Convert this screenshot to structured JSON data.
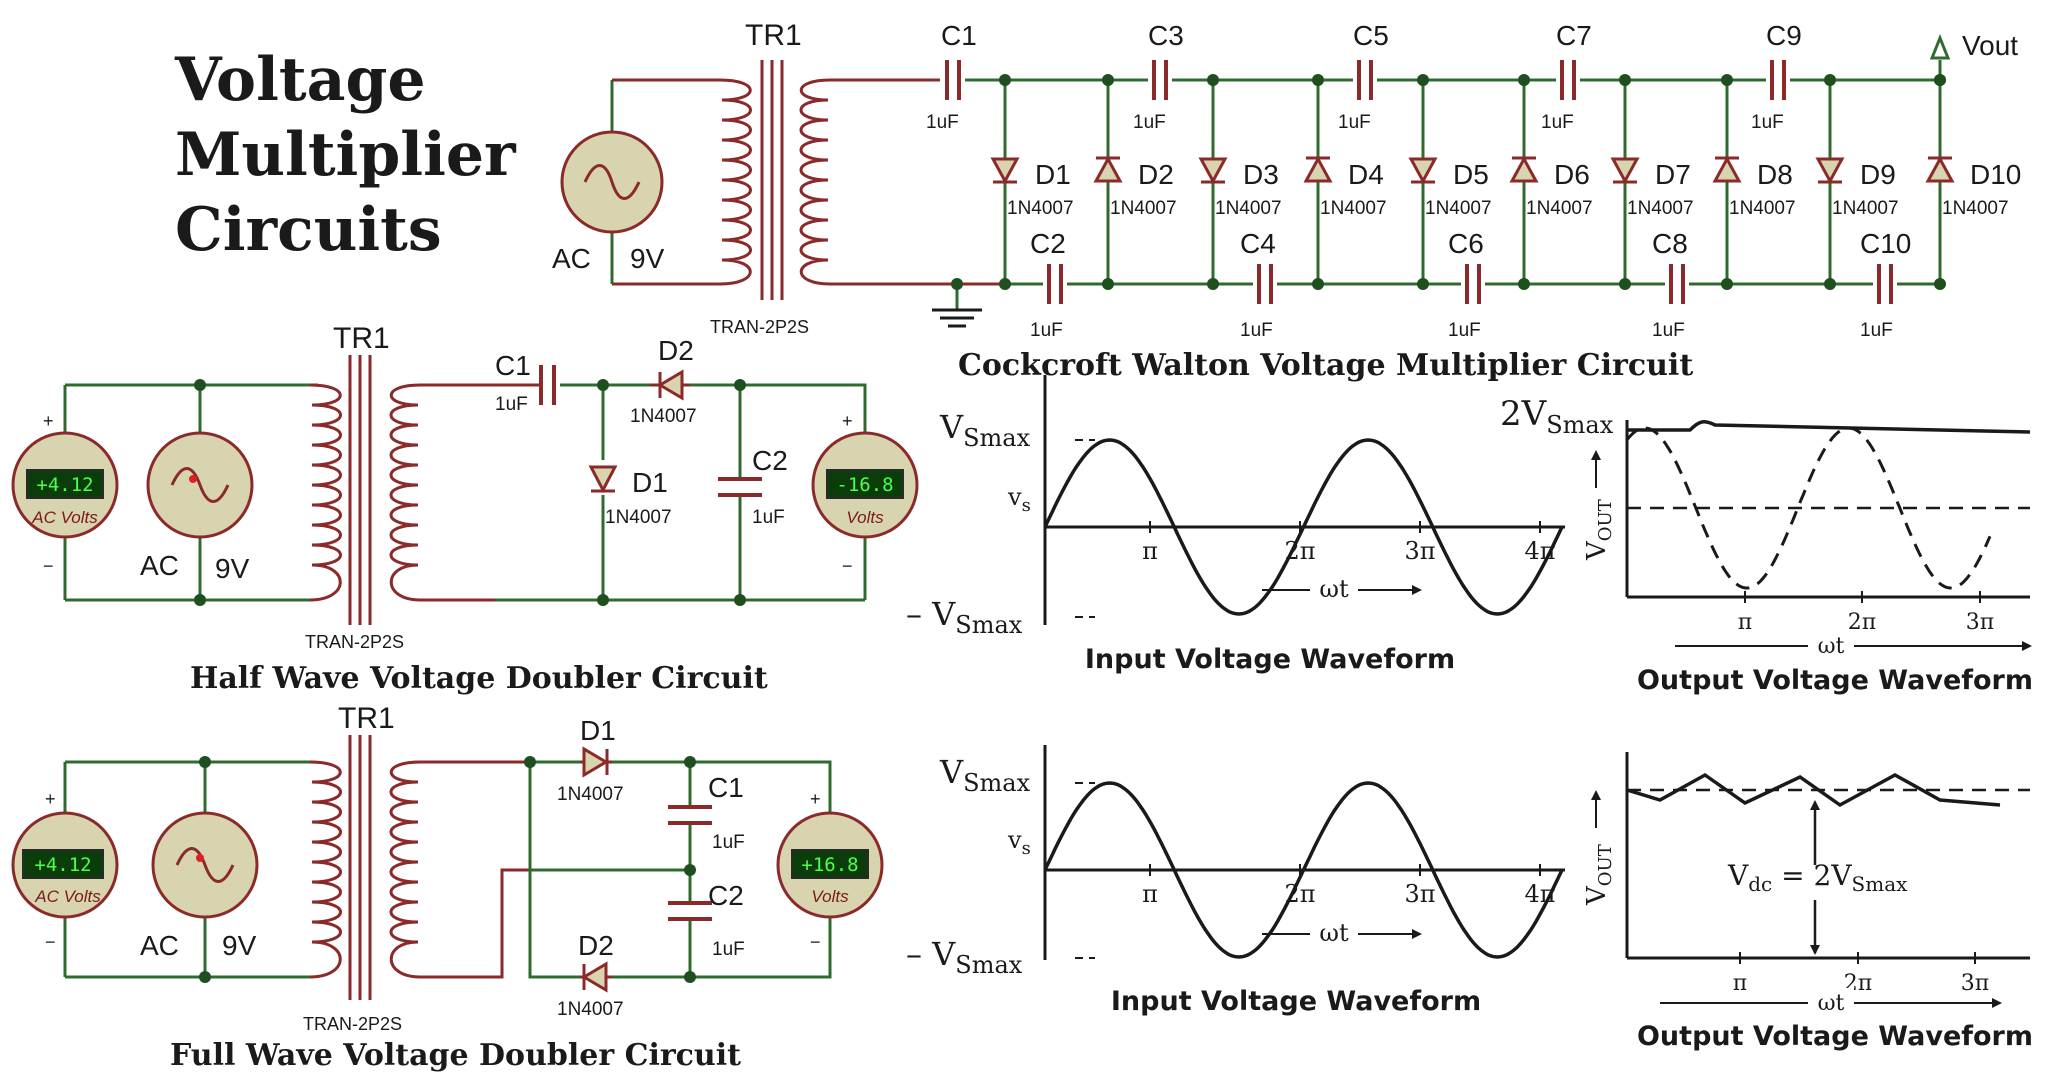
{
  "title": [
    "Voltage",
    "Multiplier",
    "Circuits"
  ],
  "colors": {
    "wire": "#2f6b2f",
    "component": "#8b2a2a",
    "node": "#1f4f1f",
    "instrument_fill": "#d9d4b0",
    "display_bg": "#0b3d0b",
    "display_text": "#4cff4c"
  },
  "cockcroft": {
    "caption": "Cockcroft Walton Voltage Multiplier Circuit",
    "transformer": "TR1",
    "transformer_part": "TRAN-2P2S",
    "source_label": "AC",
    "source_voltage": "9V",
    "output_label": "Vout",
    "capacitors_top": [
      "C1",
      "C3",
      "C5",
      "C7",
      "C9"
    ],
    "capacitors_bottom": [
      "C2",
      "C4",
      "C6",
      "C8",
      "C10"
    ],
    "cap_value": "1uF",
    "diodes": [
      "D1",
      "D2",
      "D3",
      "D4",
      "D5",
      "D6",
      "D7",
      "D8",
      "D9",
      "D10"
    ],
    "diode_part": "1N4007"
  },
  "half_wave": {
    "caption": "Half Wave Voltage Doubler Circuit",
    "transformer": "TR1",
    "transformer_part": "TRAN-2P2S",
    "source_label": "AC",
    "source_voltage": "9V",
    "input_meter": {
      "value": "+4.12",
      "label": "AC Volts"
    },
    "output_meter": {
      "value": "-16.8",
      "label": "Volts"
    },
    "c1": "C1",
    "c2": "C2",
    "cap_value": "1uF",
    "d1": "D1",
    "d2": "D2",
    "diode_part": "1N4007",
    "plus": "+",
    "minus": "−"
  },
  "full_wave": {
    "caption": "Full Wave Voltage Doubler Circuit",
    "transformer": "TR1",
    "transformer_part": "TRAN-2P2S",
    "source_label": "AC",
    "source_voltage": "9V",
    "input_meter": {
      "value": "+4.12",
      "label": "AC Volts"
    },
    "output_meter": {
      "value": "+16.8",
      "label": "Volts"
    },
    "c1": "C1",
    "c2": "C2",
    "cap_value": "1uF",
    "d1": "D1",
    "d2": "D2",
    "diode_part": "1N4007",
    "plus": "+",
    "minus": "−"
  },
  "waveforms": {
    "input_top": {
      "caption": "Input Voltage Waveform",
      "pos": "V",
      "pos_sub": "Smax",
      "neg": "– V",
      "neg_sub": "Smax",
      "axis": "v",
      "axis_sub": "s",
      "ticks": [
        "π",
        "2π",
        "3π",
        "4π"
      ],
      "wt": "ωt"
    },
    "output_top": {
      "caption": "Output Voltage Waveform",
      "level": "2V",
      "level_sub": "Smax",
      "axis": "V",
      "axis_sub": "OUT",
      "ticks": [
        "π",
        "2π",
        "3π"
      ],
      "wt": "ωt"
    },
    "input_bottom": {
      "caption": "Input Voltage Waveform",
      "pos": "V",
      "pos_sub": "Smax",
      "neg": "– V",
      "neg_sub": "Smax",
      "axis": "v",
      "axis_sub": "s",
      "ticks": [
        "π",
        "2π",
        "3π",
        "4π"
      ],
      "wt": "ωt"
    },
    "output_bottom": {
      "caption": "Output Voltage Waveform",
      "vdc": "V",
      "vdc_sub": "dc",
      "eq": " = 2V",
      "eq_sub": "Smax",
      "axis": "V",
      "axis_sub": "OUT",
      "ticks": [
        "π",
        "2π",
        "3π"
      ],
      "wt": "ωt"
    }
  }
}
